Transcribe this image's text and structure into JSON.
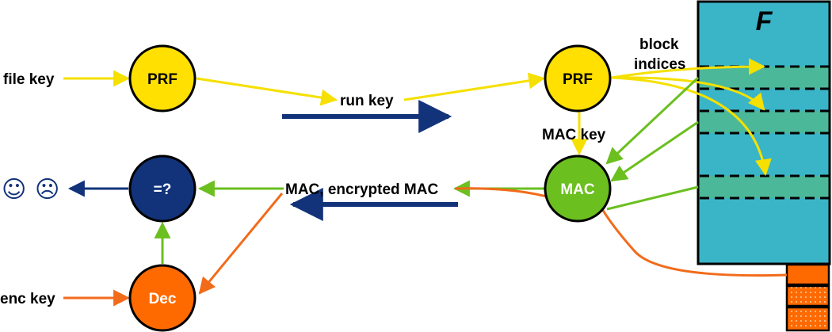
{
  "colors": {
    "prf": "#ffe000",
    "mac": "#6bbf1f",
    "compare": "#12337a",
    "dec": "#ff6a00",
    "file_block": "#3ab5c8",
    "highlight": "#4cb89a",
    "yellow_arrow": "#f5e000",
    "green_arrow": "#6bbf1f",
    "orange_arrow": "#f26b1a",
    "navy_arrow": "#12337a"
  },
  "nodes": {
    "prf1": "PRF",
    "prf2": "PRF",
    "mac": "MAC",
    "compare": "=?",
    "dec": "Dec"
  },
  "labels": {
    "file_key": "file key",
    "run_key": "run key",
    "mac_key": "MAC key",
    "block": "block",
    "indices": "indices",
    "mac_encrypted": "MAC, encrypted MAC",
    "enc_key": "enc key",
    "file_title": "F"
  },
  "outcomes": {
    "happy": "☺",
    "sad": "☹"
  }
}
